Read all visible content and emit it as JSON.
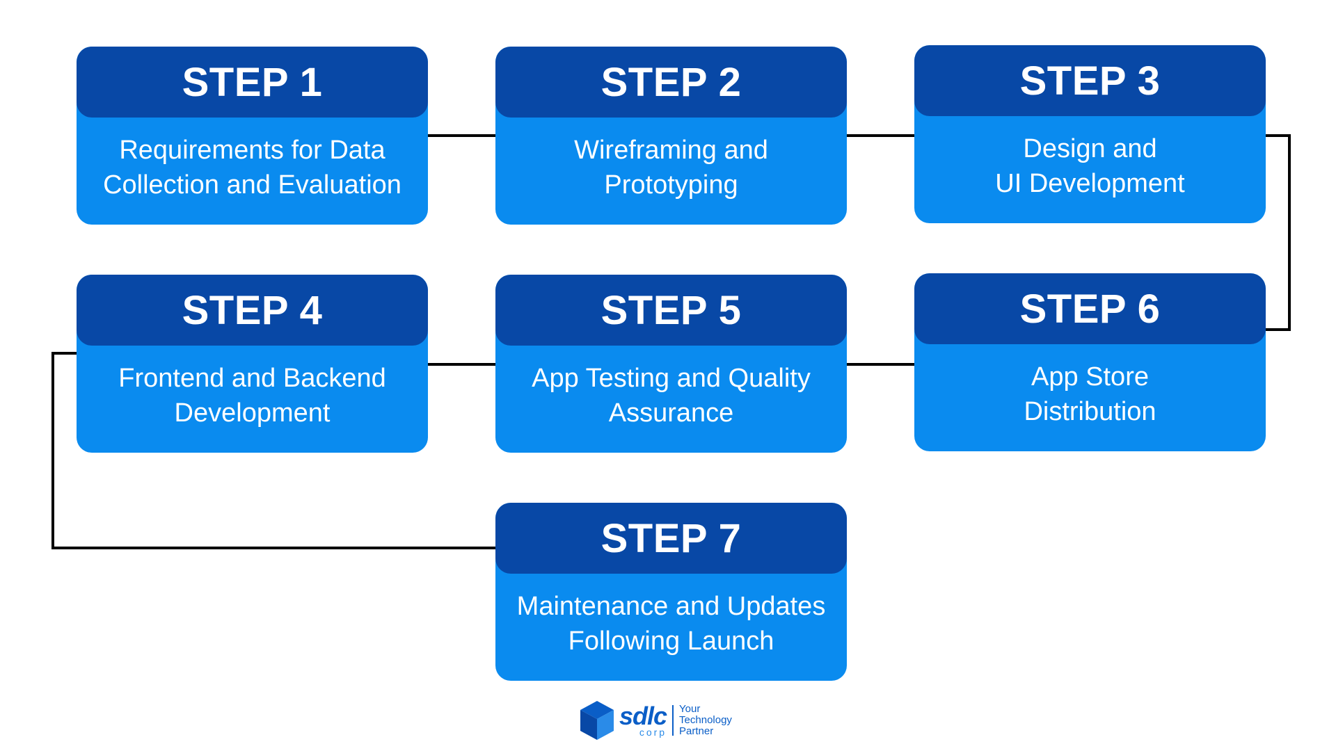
{
  "colors": {
    "header": "#0848a6",
    "body": "#0a8bef",
    "text": "#ffffff",
    "connector": "#000000",
    "brand": "#0a5ec7"
  },
  "steps": [
    {
      "header": "STEP 1",
      "text": "Requirements for Data\nCollection and Evaluation"
    },
    {
      "header": "STEP 2",
      "text": "Wireframing and\nPrototyping"
    },
    {
      "header": "STEP 3",
      "text": "Design and\nUI Development"
    },
    {
      "header": "STEP 4",
      "text": "Frontend and Backend\nDevelopment"
    },
    {
      "header": "STEP 5",
      "text": "App Testing and Quality\nAssurance"
    },
    {
      "header": "STEP 6",
      "text": "App Store\nDistribution"
    },
    {
      "header": "STEP 7",
      "text": "Maintenance and Updates\nFollowing Launch"
    }
  ],
  "logo": {
    "icon": "cube-icon",
    "name": "sdlc",
    "sub": "corp",
    "tagline": [
      "Your",
      "Technology",
      "Partner"
    ]
  }
}
